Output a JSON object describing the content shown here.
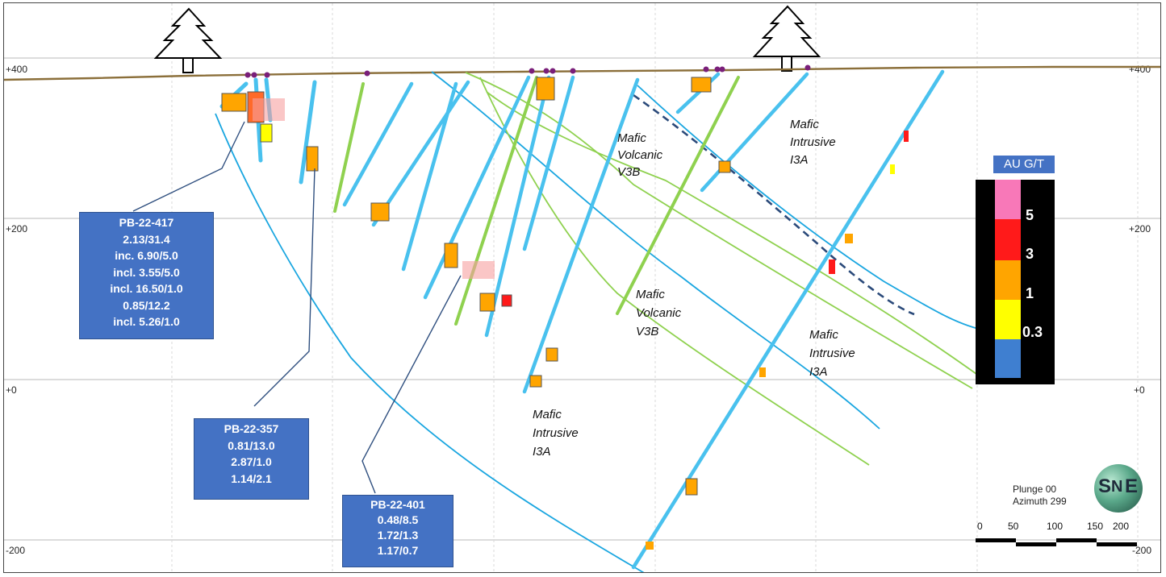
{
  "elevation_labels": {
    "e400": "+400",
    "e200": "+200",
    "e0": "+0",
    "em200": "-200"
  },
  "units": {
    "v3b_top": [
      "Mafic",
      "Volcanic",
      "V3B"
    ],
    "i3a_top": [
      "Mafic",
      "Intrusive",
      "I3A"
    ],
    "v3b_mid": [
      "Mafic",
      "Volcanic",
      "V3B"
    ],
    "i3a_right": [
      "Mafic",
      "Intrusive",
      "I3A"
    ],
    "i3a_bottom": [
      "Mafic",
      "Intrusive",
      "I3A"
    ]
  },
  "callouts": {
    "pb417": {
      "lines": [
        "PB-22-417",
        "2.13/31.4",
        "inc. 6.90/5.0",
        "incl. 3.55/5.0",
        "incl. 16.50/1.0",
        "0.85/12.2",
        "incl. 5.26/1.0"
      ]
    },
    "pb357": {
      "lines": [
        "PB-22-357",
        "0.81/13.0",
        "2.87/1.0",
        "1.14/2.1"
      ]
    },
    "pb401": {
      "lines": [
        "PB-22-401",
        "0.48/8.5",
        "1.72/1.3",
        "1.17/0.7"
      ]
    }
  },
  "legend": {
    "title": "AU G/T",
    "bins": [
      {
        "label": "5",
        "color": "#f878b8"
      },
      {
        "label": "3",
        "color": "#ff1a1a"
      },
      {
        "label": "1",
        "color": "#ffa500"
      },
      {
        "label": "0.3",
        "color": "#ffff00"
      },
      {
        "label": "",
        "color": "#3f7fd0"
      }
    ]
  },
  "view": {
    "plunge": "Plunge 00",
    "azimuth": "Azimuth 299"
  },
  "scale_bar": {
    "labels": [
      "0",
      "50",
      "100",
      "150",
      "200"
    ]
  },
  "logo": {
    "left": "S",
    "mid": "N",
    "right": "E"
  },
  "colors": {
    "topography": "#8b6f3a",
    "contact_blue": "#1aa6e0",
    "contact_green": "#8fd14f",
    "fault_dashed": "#2b4a7a",
    "drillhole": "#49c1ee",
    "grid": "#c8c8c8",
    "callout_fill": "#4472c4"
  }
}
